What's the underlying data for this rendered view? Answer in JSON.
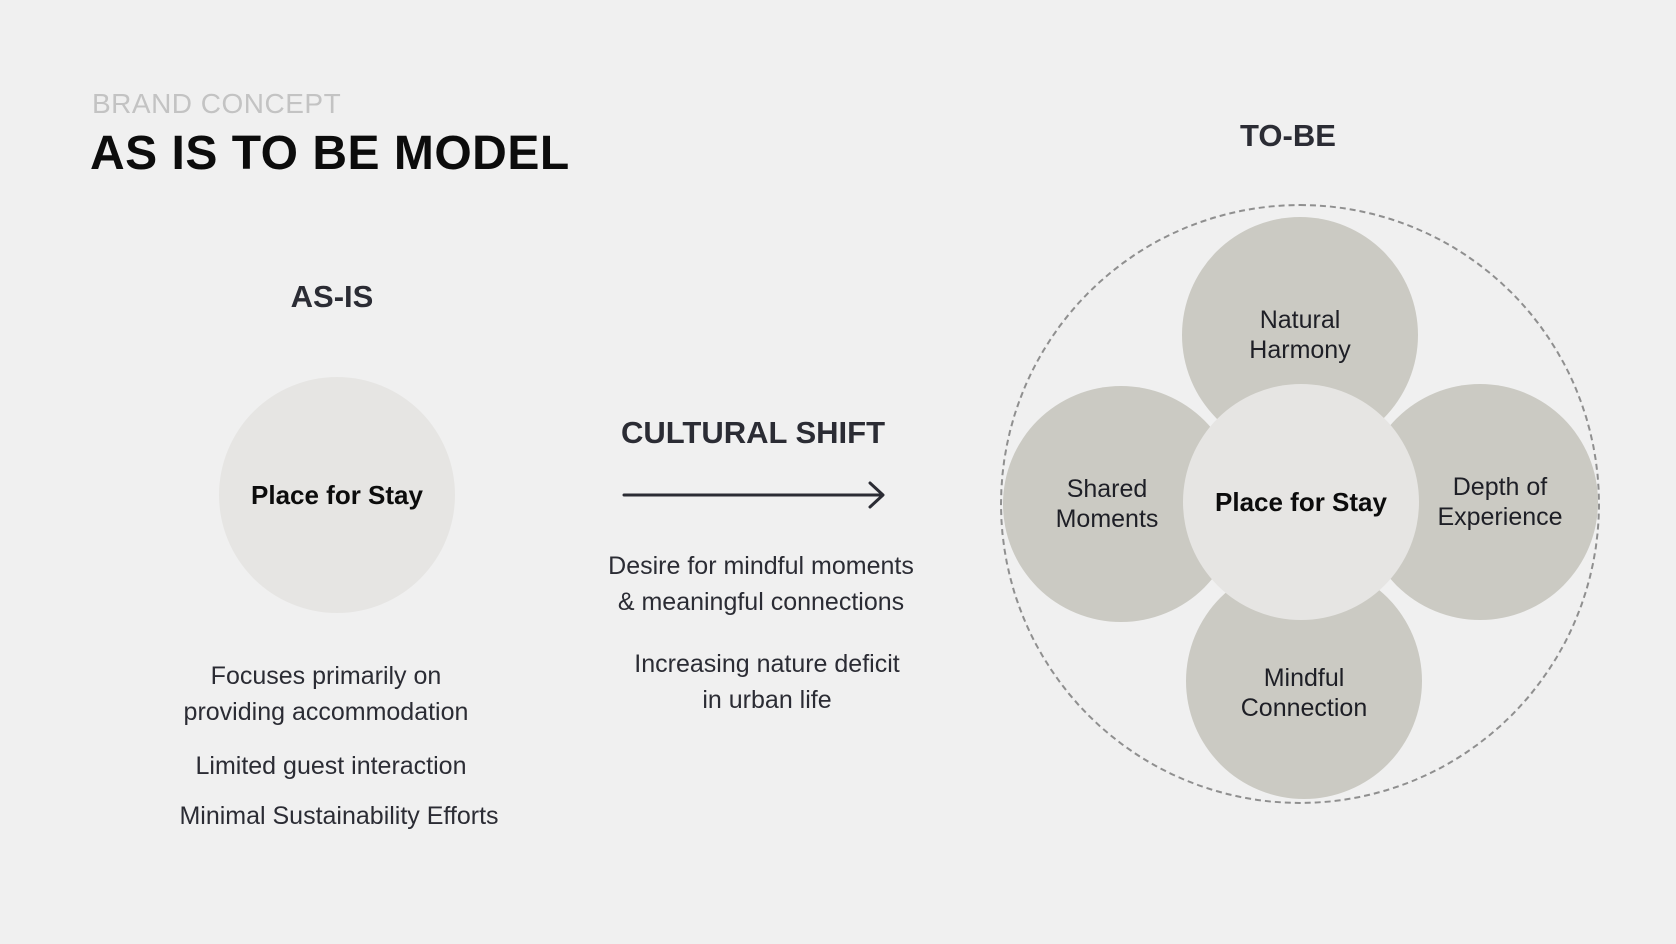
{
  "header": {
    "eyebrow": "BRAND CONCEPT",
    "title": "AS IS TO BE MODEL"
  },
  "as_is": {
    "heading": "AS-IS",
    "circle_label": "Place for Stay",
    "points": [
      "Focuses primarily on\nproviding accommodation",
      "Limited guest interaction",
      "Minimal Sustainability Efforts"
    ]
  },
  "shift": {
    "heading": "CULTURAL SHIFT",
    "drivers": [
      "Desire for mindful moments\n& meaningful connections",
      "Increasing nature deficit\nin urban life"
    ]
  },
  "to_be": {
    "heading": "TO-BE",
    "center_label": "Place for Stay",
    "petals": {
      "top": "Natural\nHarmony",
      "left": "Shared\nMoments",
      "right": "Depth of\nExperience",
      "bottom": "Mindful\nConnection"
    }
  },
  "colors": {
    "background": "#f0f0f0",
    "inner_circle": "#e6e5e3",
    "petal": "#cbcac3",
    "ring": "#8f8f8f",
    "text_dark": "#2b2c34"
  }
}
